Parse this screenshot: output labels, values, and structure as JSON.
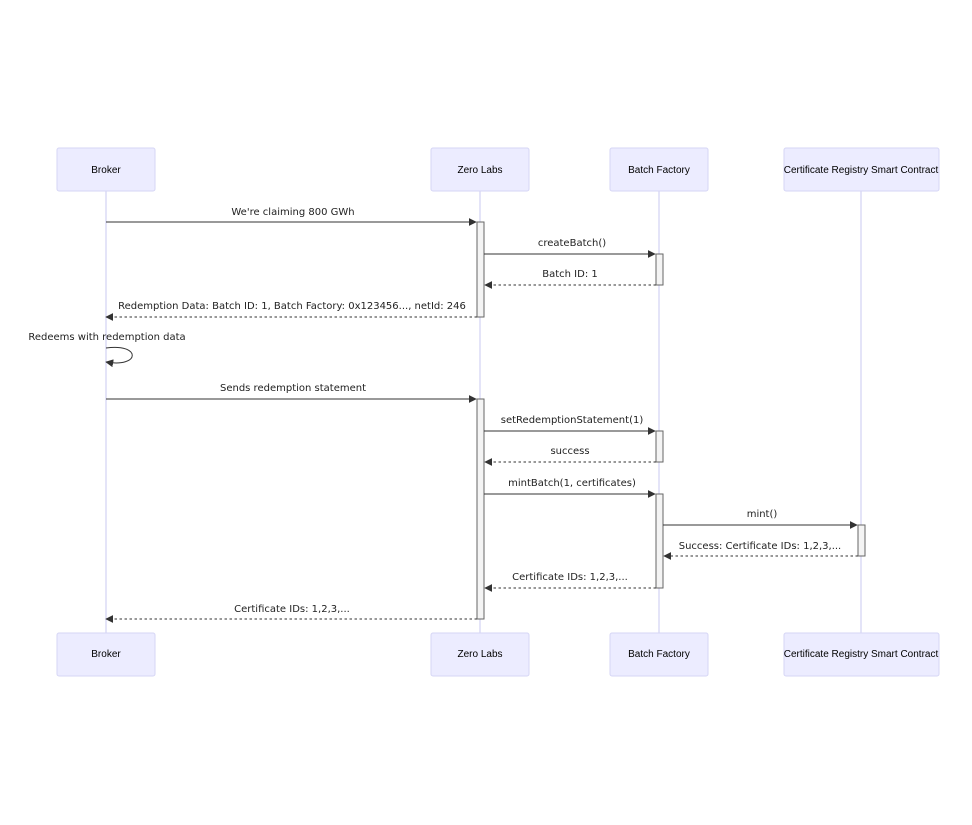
{
  "diagram": {
    "participants": [
      {
        "id": "broker",
        "label": "Broker"
      },
      {
        "id": "zero",
        "label": "Zero Labs"
      },
      {
        "id": "factory",
        "label": "Batch Factory"
      },
      {
        "id": "registry",
        "label": "Certificate Registry Smart Contract"
      }
    ],
    "messages": [
      {
        "from": "broker",
        "to": "zero",
        "label": "We're claiming 800 GWh",
        "style": "solid"
      },
      {
        "from": "zero",
        "to": "factory",
        "label": "createBatch()",
        "style": "solid"
      },
      {
        "from": "factory",
        "to": "zero",
        "label": "Batch ID: 1",
        "style": "dashed"
      },
      {
        "from": "zero",
        "to": "broker",
        "label": "Redemption Data: Batch ID: 1, Batch Factory: 0x123456..., netId: 246",
        "style": "dashed"
      },
      {
        "from": "broker",
        "to": "broker",
        "label": "Redeems with redemption data",
        "style": "solid"
      },
      {
        "from": "broker",
        "to": "zero",
        "label": "Sends redemption statement",
        "style": "solid"
      },
      {
        "from": "zero",
        "to": "factory",
        "label": "setRedemptionStatement(1)",
        "style": "solid"
      },
      {
        "from": "factory",
        "to": "zero",
        "label": "success",
        "style": "dashed"
      },
      {
        "from": "zero",
        "to": "factory",
        "label": "mintBatch(1, certificates)",
        "style": "solid"
      },
      {
        "from": "factory",
        "to": "registry",
        "label": "mint()",
        "style": "solid"
      },
      {
        "from": "registry",
        "to": "factory",
        "label": "Success: Certificate IDs: 1,2,3,...",
        "style": "dashed"
      },
      {
        "from": "factory",
        "to": "zero",
        "label": "Certificate IDs: 1,2,3,...",
        "style": "dashed"
      },
      {
        "from": "zero",
        "to": "broker",
        "label": "Certificate IDs: 1,2,3,...",
        "style": "dashed"
      }
    ]
  }
}
